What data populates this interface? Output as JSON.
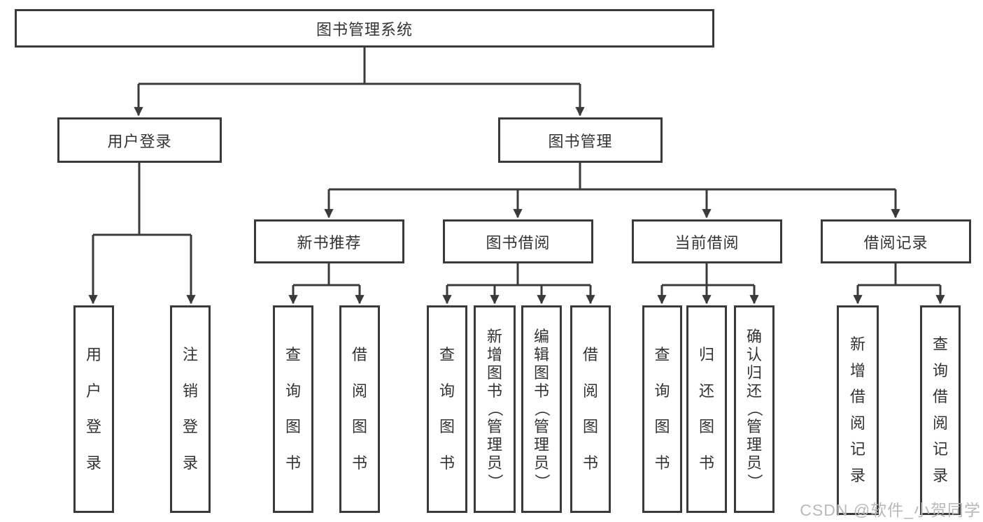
{
  "title": {
    "label": "图书管理系统"
  },
  "level2": {
    "user_login": "用户登录",
    "book_mgmt": "图书管理"
  },
  "level3": {
    "new_books": "新书推荐",
    "book_borrow": "图书借阅",
    "current_borrow": "当前借阅",
    "borrow_records": "借阅记录"
  },
  "leaves": {
    "user_login_children": [
      "用户登录",
      "注销登录"
    ],
    "new_books_children": [
      "查询图书",
      "借阅图书"
    ],
    "book_borrow_children": [
      "查询图书",
      "新增图书（管理员）",
      "编辑图书（管理员）",
      "借阅图书"
    ],
    "current_borrow_children": [
      "查询图书",
      "归还图书",
      "确认归还（管理员）"
    ],
    "borrow_records_children": [
      "新增借阅记录",
      "查询借阅记录"
    ]
  },
  "watermark": "CSDN @软件_小贺同学",
  "colors": {
    "line": "#3a3a3a",
    "text": "#333333",
    "watermark": "#b9b9b9",
    "background": "#ffffff"
  }
}
